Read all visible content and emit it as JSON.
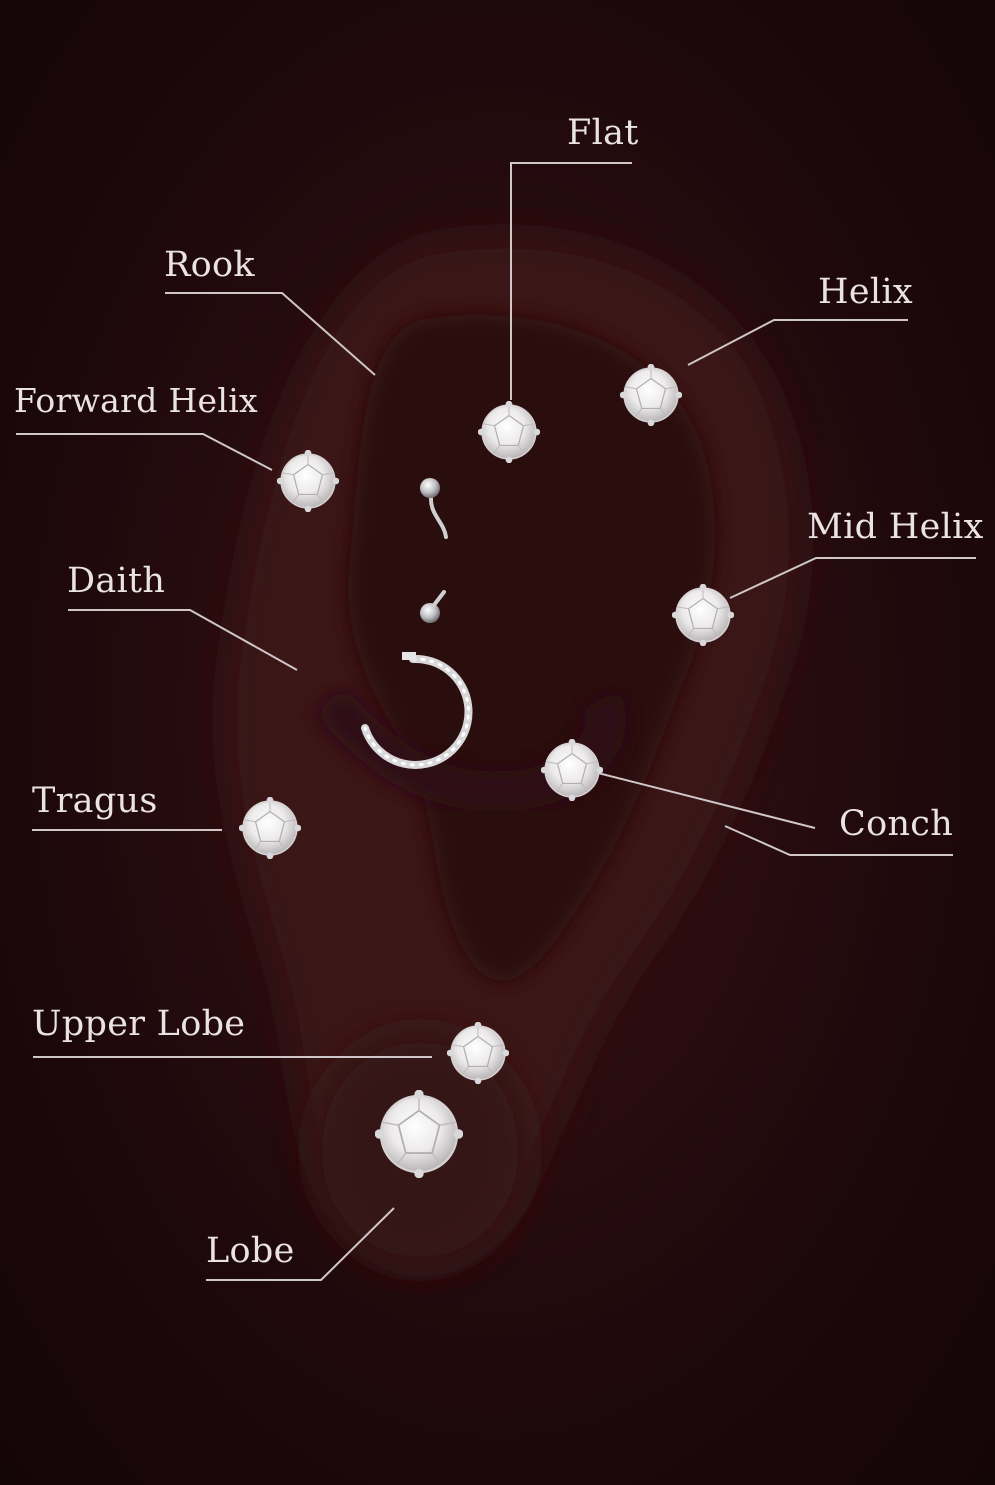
{
  "colors": {
    "background": "#1d080b",
    "ear": "#3b1519",
    "leader_line": "#cfc6c7",
    "label_text": "#eae3e4",
    "gem": "#f4f2f3",
    "metal": "#c9c9cc"
  },
  "labels": {
    "flat": "Flat",
    "rook": "Rook",
    "helix": "Helix",
    "forward_helix": "Forward Helix",
    "mid_helix": "Mid Helix",
    "daith": "Daith",
    "tragus": "Tragus",
    "conch": "Conch",
    "upper_lobe": "Upper Lobe",
    "lobe": "Lobe"
  }
}
